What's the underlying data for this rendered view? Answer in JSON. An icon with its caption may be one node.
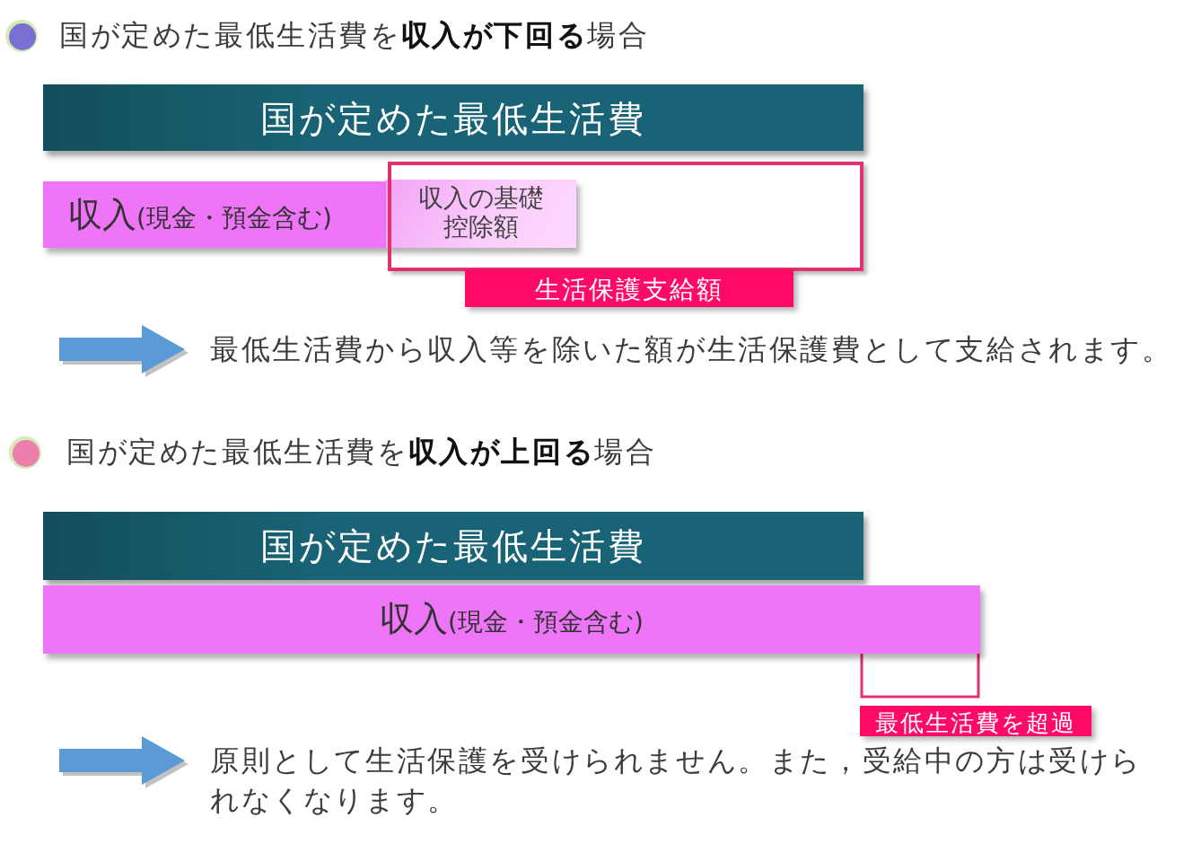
{
  "diagram": {
    "nodes": [
      {
        "text": [
          "国が定めた最低生活費"
        ]
      },
      {
        "text": [
          "収入",
          "(現金・預金含む)"
        ]
      },
      {
        "text": [
          "収入の基礎控除額"
        ]
      },
      {
        "text": [
          "生活保護支給額"
        ]
      },
      {
        "text": [
          "国が定めた最低生活費"
        ]
      },
      {
        "text": [
          "収入",
          "(現金・預金含む)"
        ]
      },
      {
        "text": [
          "最低生活費を超過"
        ]
      }
    ],
    "labels": [
      "国が定めた最低生活費を**収入が下回る**場合",
      "最低生活費から収入等を除いた額が生活保護費として支給されます。",
      "国が定めた最低生活費を**収入が上回る**場合",
      "原則として生活保護を受けられません。また，受給中の方は受けられなくなります。"
    ]
  }
}
